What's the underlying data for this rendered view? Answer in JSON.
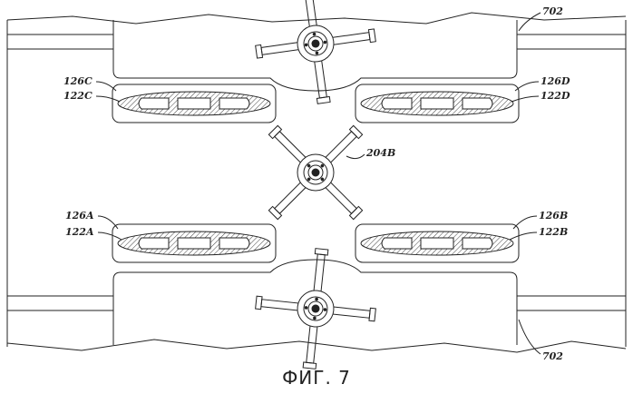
{
  "figure": {
    "caption": "ФИГ. 7",
    "labels": {
      "top_ref": "702",
      "bottom_ref": "702",
      "rotor_center": "204B",
      "tl_outer": "126C",
      "tl_inner": "122C",
      "tr_outer": "126D",
      "tr_inner": "122D",
      "bl_outer": "126A",
      "bl_inner": "122A",
      "br_outer": "126B",
      "br_inner": "122B"
    }
  }
}
